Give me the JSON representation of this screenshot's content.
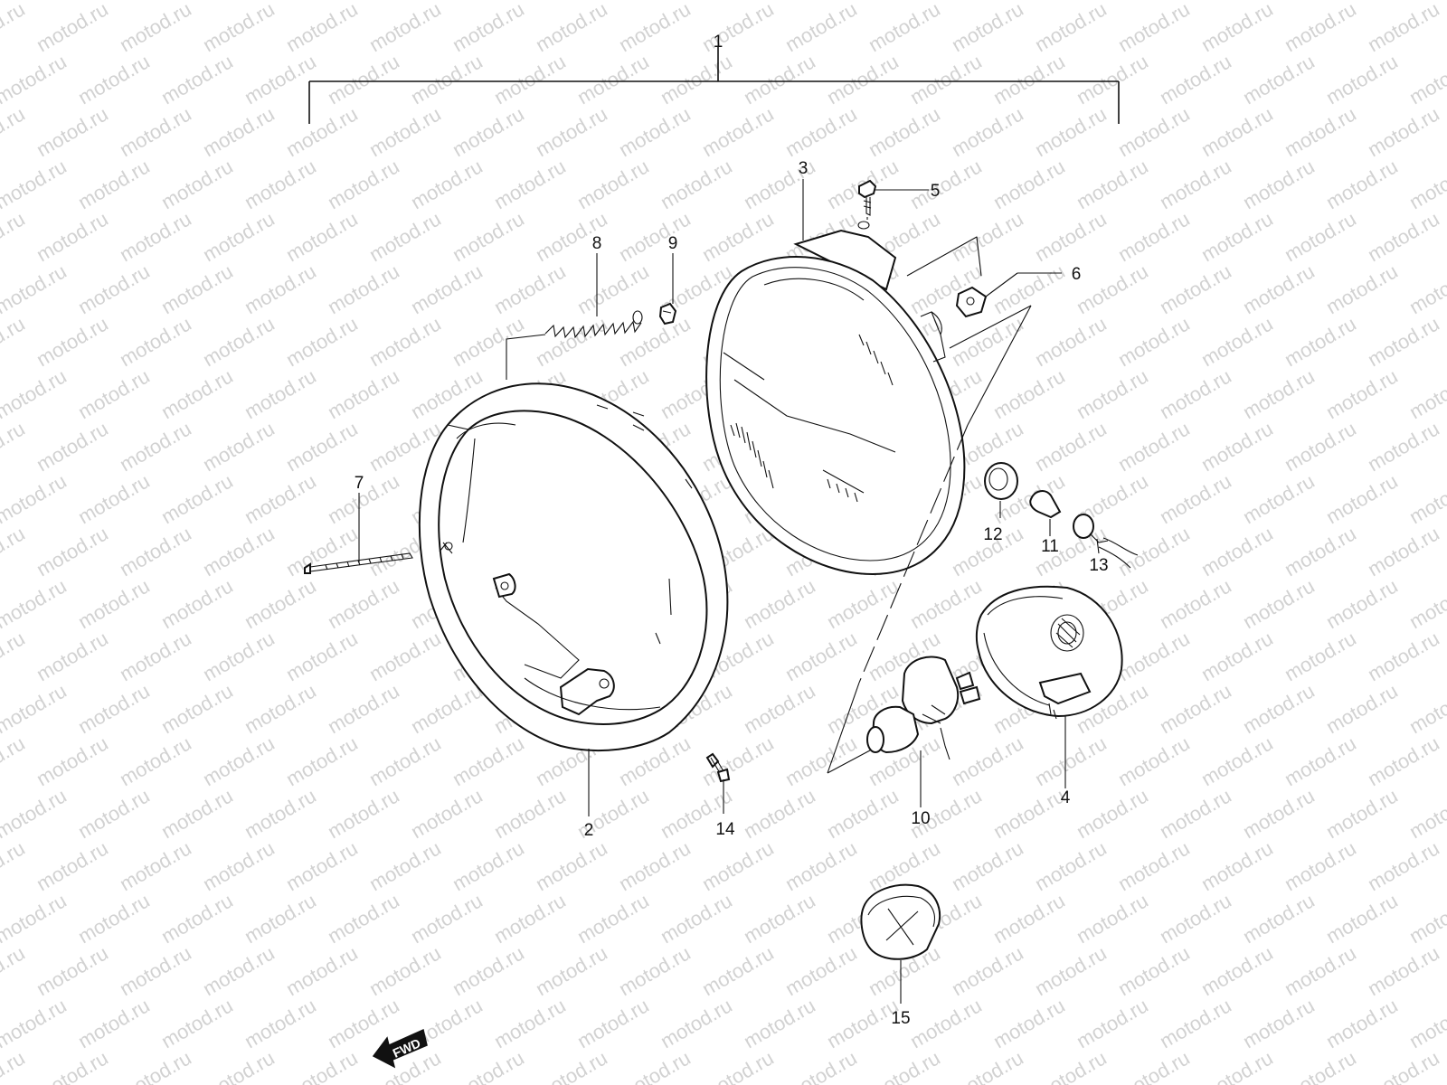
{
  "watermark": "motod.ru",
  "fwd_label": "FWD",
  "callouts": [
    {
      "id": "1",
      "label": "1"
    },
    {
      "id": "2",
      "label": "2"
    },
    {
      "id": "3",
      "label": "3"
    },
    {
      "id": "4",
      "label": "4"
    },
    {
      "id": "5",
      "label": "5"
    },
    {
      "id": "6",
      "label": "6"
    },
    {
      "id": "7",
      "label": "7"
    },
    {
      "id": "8",
      "label": "8"
    },
    {
      "id": "9",
      "label": "9"
    },
    {
      "id": "10",
      "label": "10"
    },
    {
      "id": "11",
      "label": "11"
    },
    {
      "id": "12",
      "label": "12"
    },
    {
      "id": "13",
      "label": "13"
    },
    {
      "id": "14",
      "label": "14"
    },
    {
      "id": "15",
      "label": "15"
    }
  ]
}
